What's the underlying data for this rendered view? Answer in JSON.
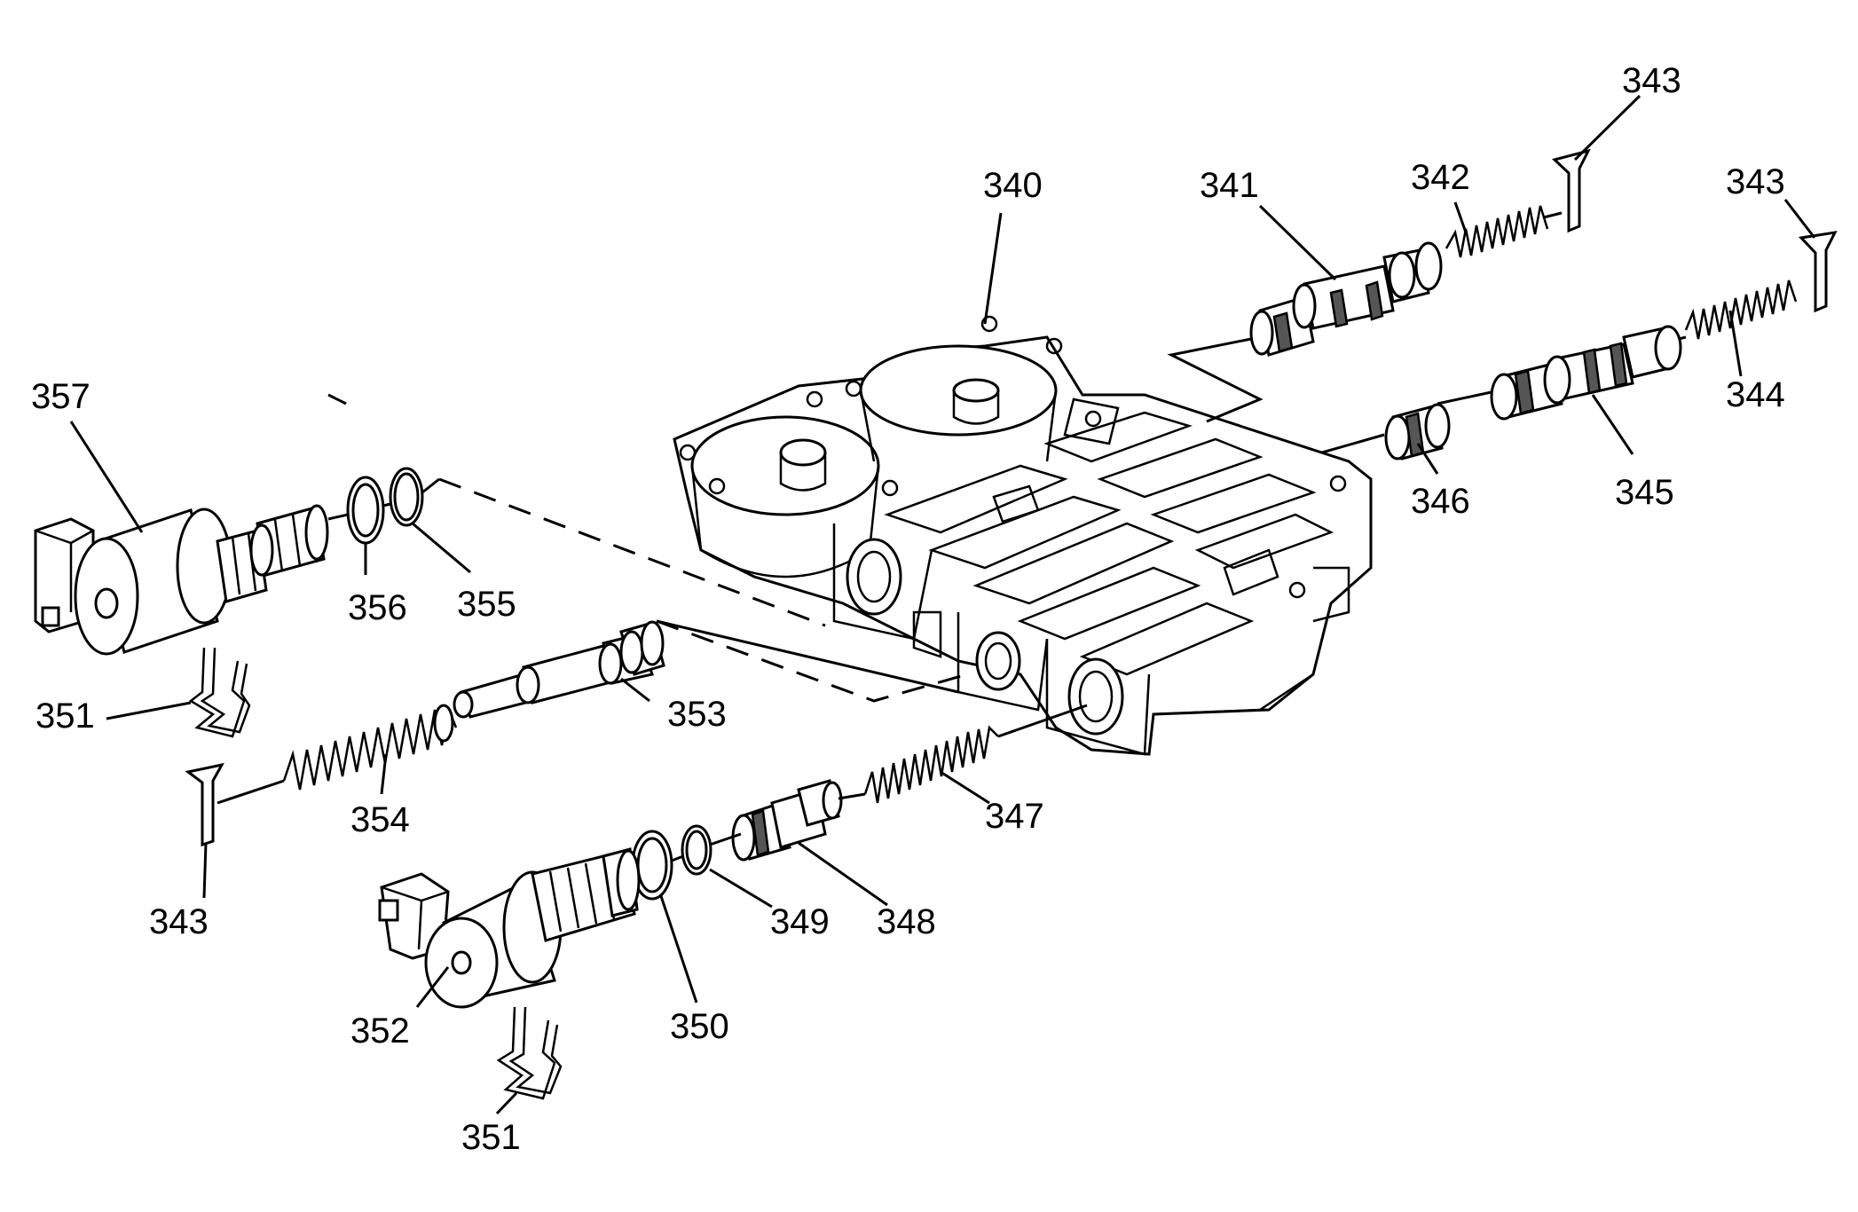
{
  "labels": {
    "p340": "340",
    "p341": "341",
    "p342": "342",
    "p343_top_a": "343",
    "p343_top_b": "343",
    "p344": "344",
    "p345": "345",
    "p346": "346",
    "p357": "357",
    "p356": "356",
    "p355": "355",
    "p351_upper": "351",
    "p353": "353",
    "p354": "354",
    "p343_left": "343",
    "p347": "347",
    "p348": "348",
    "p349": "349",
    "p350": "350",
    "p352": "352",
    "p351_lower": "351"
  }
}
